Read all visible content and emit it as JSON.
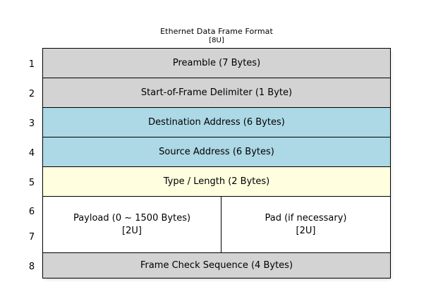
{
  "title": {
    "main": "Ethernet Data Frame Format",
    "sub": "[8U]"
  },
  "colors": {
    "grey": "#d3d3d3",
    "blue": "#add8e6",
    "yellow": "#ffffe0",
    "white": "#ffffff",
    "border": "#000000",
    "background": "#ffffff"
  },
  "row_numbers": [
    "1",
    "2",
    "3",
    "4",
    "5",
    "6",
    "7",
    "8"
  ],
  "frame_rows": [
    {
      "number": "1",
      "label": "Preamble (7 Bytes)",
      "fill": "#d3d3d3",
      "split": false
    },
    {
      "number": "2",
      "label": "Start-of-Frame Delimiter (1 Byte)",
      "fill": "#d3d3d3",
      "split": false
    },
    {
      "number": "3",
      "label": "Destination Address (6 Bytes)",
      "fill": "#add8e6",
      "split": false
    },
    {
      "number": "4",
      "label": "Source Address (6 Bytes)",
      "fill": "#add8e6",
      "split": false
    },
    {
      "number": "5",
      "label": "Type / Length (2 Bytes)",
      "fill": "#ffffe0",
      "split": false
    },
    {
      "number": "6-7",
      "fill": "#ffffff",
      "split": true,
      "left_label": "Payload (0 ~ 1500 Bytes)\n[2U]",
      "right_label": "Pad (if necessary)\n[2U]"
    },
    {
      "number": "8",
      "label": "Frame Check Sequence (4 Bytes)",
      "fill": "#d3d3d3",
      "split": false
    }
  ]
}
